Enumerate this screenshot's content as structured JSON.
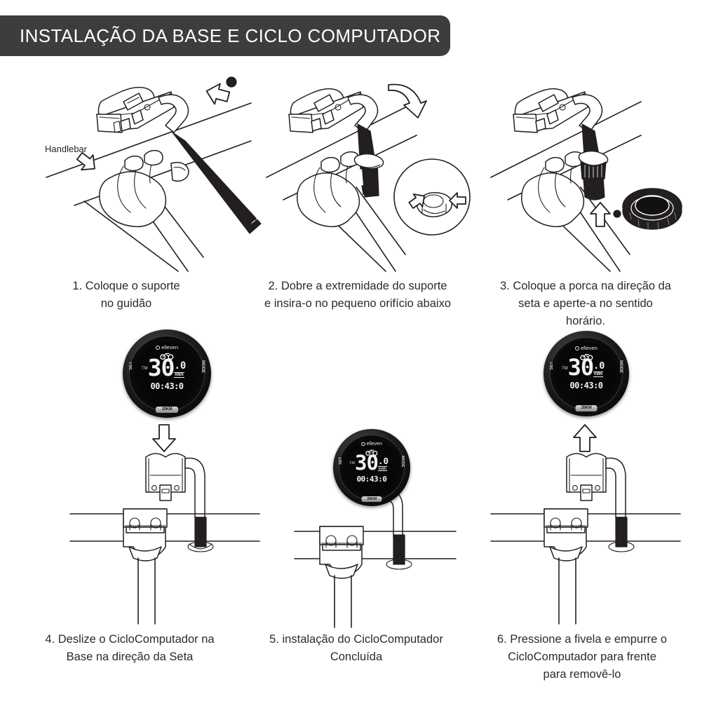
{
  "header": {
    "title": "INSTALAÇÃO DA BASE E CICLO COMPUTADOR"
  },
  "diagram": {
    "handlebar_label": "Handlebar"
  },
  "device": {
    "brand": "elleven",
    "speed_integer": "30",
    "speed_decimal": ".0",
    "speed_unit": "KM/h",
    "time_value": "00:43:0",
    "tm_label": "TM",
    "set_button_label": "SET",
    "mode_button_label": "MODE",
    "bottom_badge": "20KM"
  },
  "steps": [
    {
      "number": "1",
      "caption": "1. Coloque o suporte\nno guidão",
      "art": "handlebar-bracket-strap"
    },
    {
      "number": "2",
      "caption": "2. Dobre a extremidade do suporte\ne insira-o no pequeno orifício abaixo",
      "art": "strap-folded-with-inset"
    },
    {
      "number": "3",
      "caption": "3. Coloque a porca na direção da\nseta e aperte-a no sentido\nhorário.",
      "art": "nut-installation"
    },
    {
      "number": "4",
      "caption": "4. Deslize o CicloComputador na\nBase na direção da Seta",
      "art": "device-above-bracket-down-arrow"
    },
    {
      "number": "5",
      "caption": "5. instalação do CicloComputador\nConcluída",
      "art": "device-mounted-complete"
    },
    {
      "number": "6",
      "caption": "6. Pressione a fivela e empurre o\nCicloComputador para frente\npara removê-lo",
      "art": "device-above-bracket-up-arrow"
    }
  ],
  "colors": {
    "header_background": "#3d3d3d",
    "header_text": "#ffffff",
    "page_background": "#ffffff",
    "line_art": "#231f20",
    "caption_text": "#2b2b2b",
    "device_body": "#0b0b0b",
    "device_screen_text": "#f2f2f2"
  }
}
